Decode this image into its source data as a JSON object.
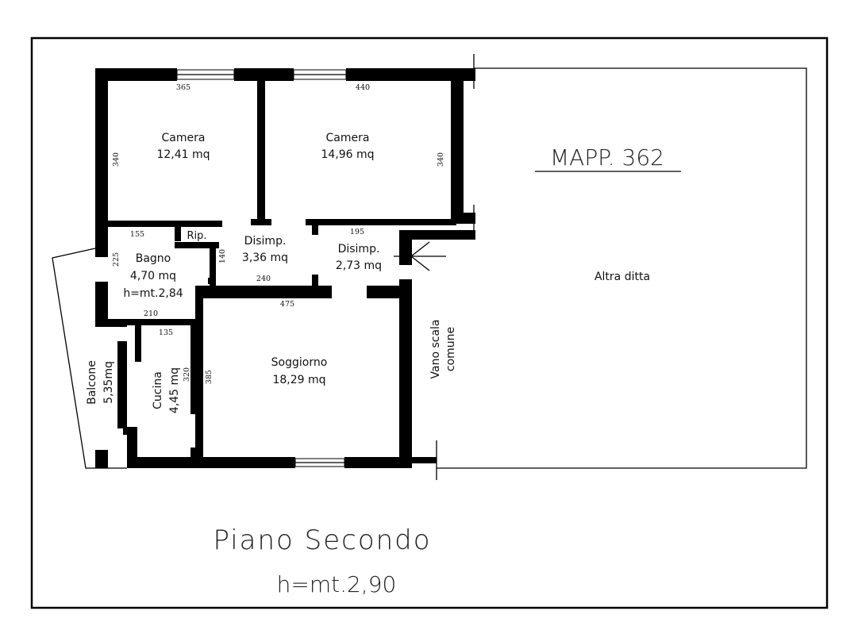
{
  "map_label": "MAPP. 362",
  "other_owner": "Altra ditta",
  "floor_title": "Piano Secondo",
  "floor_height": "h=mt.2,90",
  "rooms": {
    "camera1": {
      "name": "Camera",
      "area": "12,41 mq"
    },
    "camera2": {
      "name": "Camera",
      "area": "14,96 mq"
    },
    "ripostiglio": {
      "name": "Rip."
    },
    "disimpegno1": {
      "name": "Disimp.",
      "area": "3,36 mq"
    },
    "disimpegno2": {
      "name": "Disimp.",
      "area": "2,73 mq"
    },
    "bagno": {
      "name": "Bagno",
      "area": "4,70 mq",
      "height": "h=mt.2,84"
    },
    "soggiorno": {
      "name": "Soggiorno",
      "area": "18,29 mq"
    },
    "cucina": {
      "name": "Cucina",
      "area": "4,45 mq"
    },
    "balcone": {
      "name": "Balcone",
      "area": "5,35mq"
    },
    "vano_scala": {
      "line1": "Vano scala",
      "line2": "comune"
    }
  },
  "dimensions": {
    "d365": "365",
    "d440": "440",
    "d340a": "340",
    "d340b": "340",
    "d155": "155",
    "d225": "225",
    "d140": "140",
    "d195": "195",
    "d240": "240",
    "d475": "475",
    "d210": "210",
    "d135": "135",
    "d320": "320",
    "d385": "385"
  }
}
